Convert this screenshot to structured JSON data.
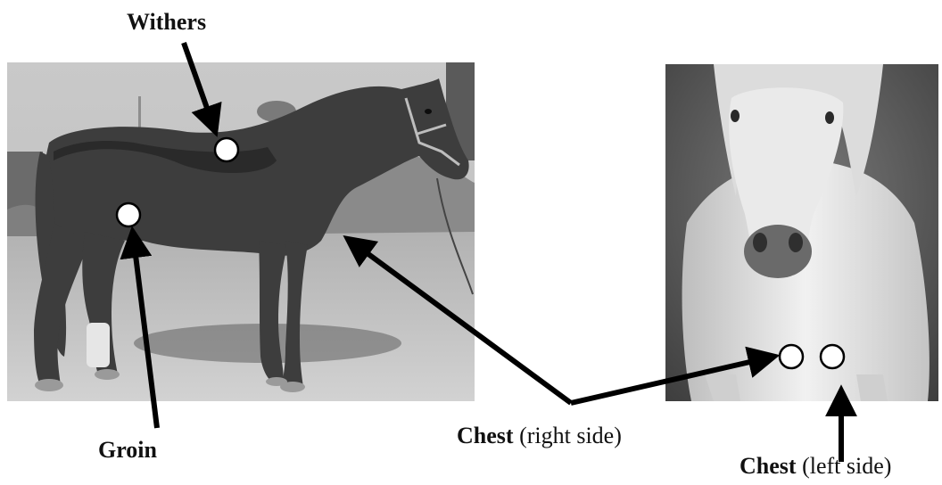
{
  "figure": {
    "photos": [
      {
        "subject": "horse, side view",
        "style": "grayscale photograph"
      },
      {
        "subject": "horse, front view",
        "style": "grayscale photograph"
      }
    ],
    "labels": {
      "withers": "Withers",
      "groin": "Groin",
      "chest_right_bold": "Chest",
      "chest_right_rest": " (right side)",
      "chest_left_bold": "Chest",
      "chest_left_rest": " (left side)"
    },
    "colors": {
      "arrow": "#000000",
      "marker_fill": "#ffffff",
      "marker_stroke": "#000000"
    }
  }
}
